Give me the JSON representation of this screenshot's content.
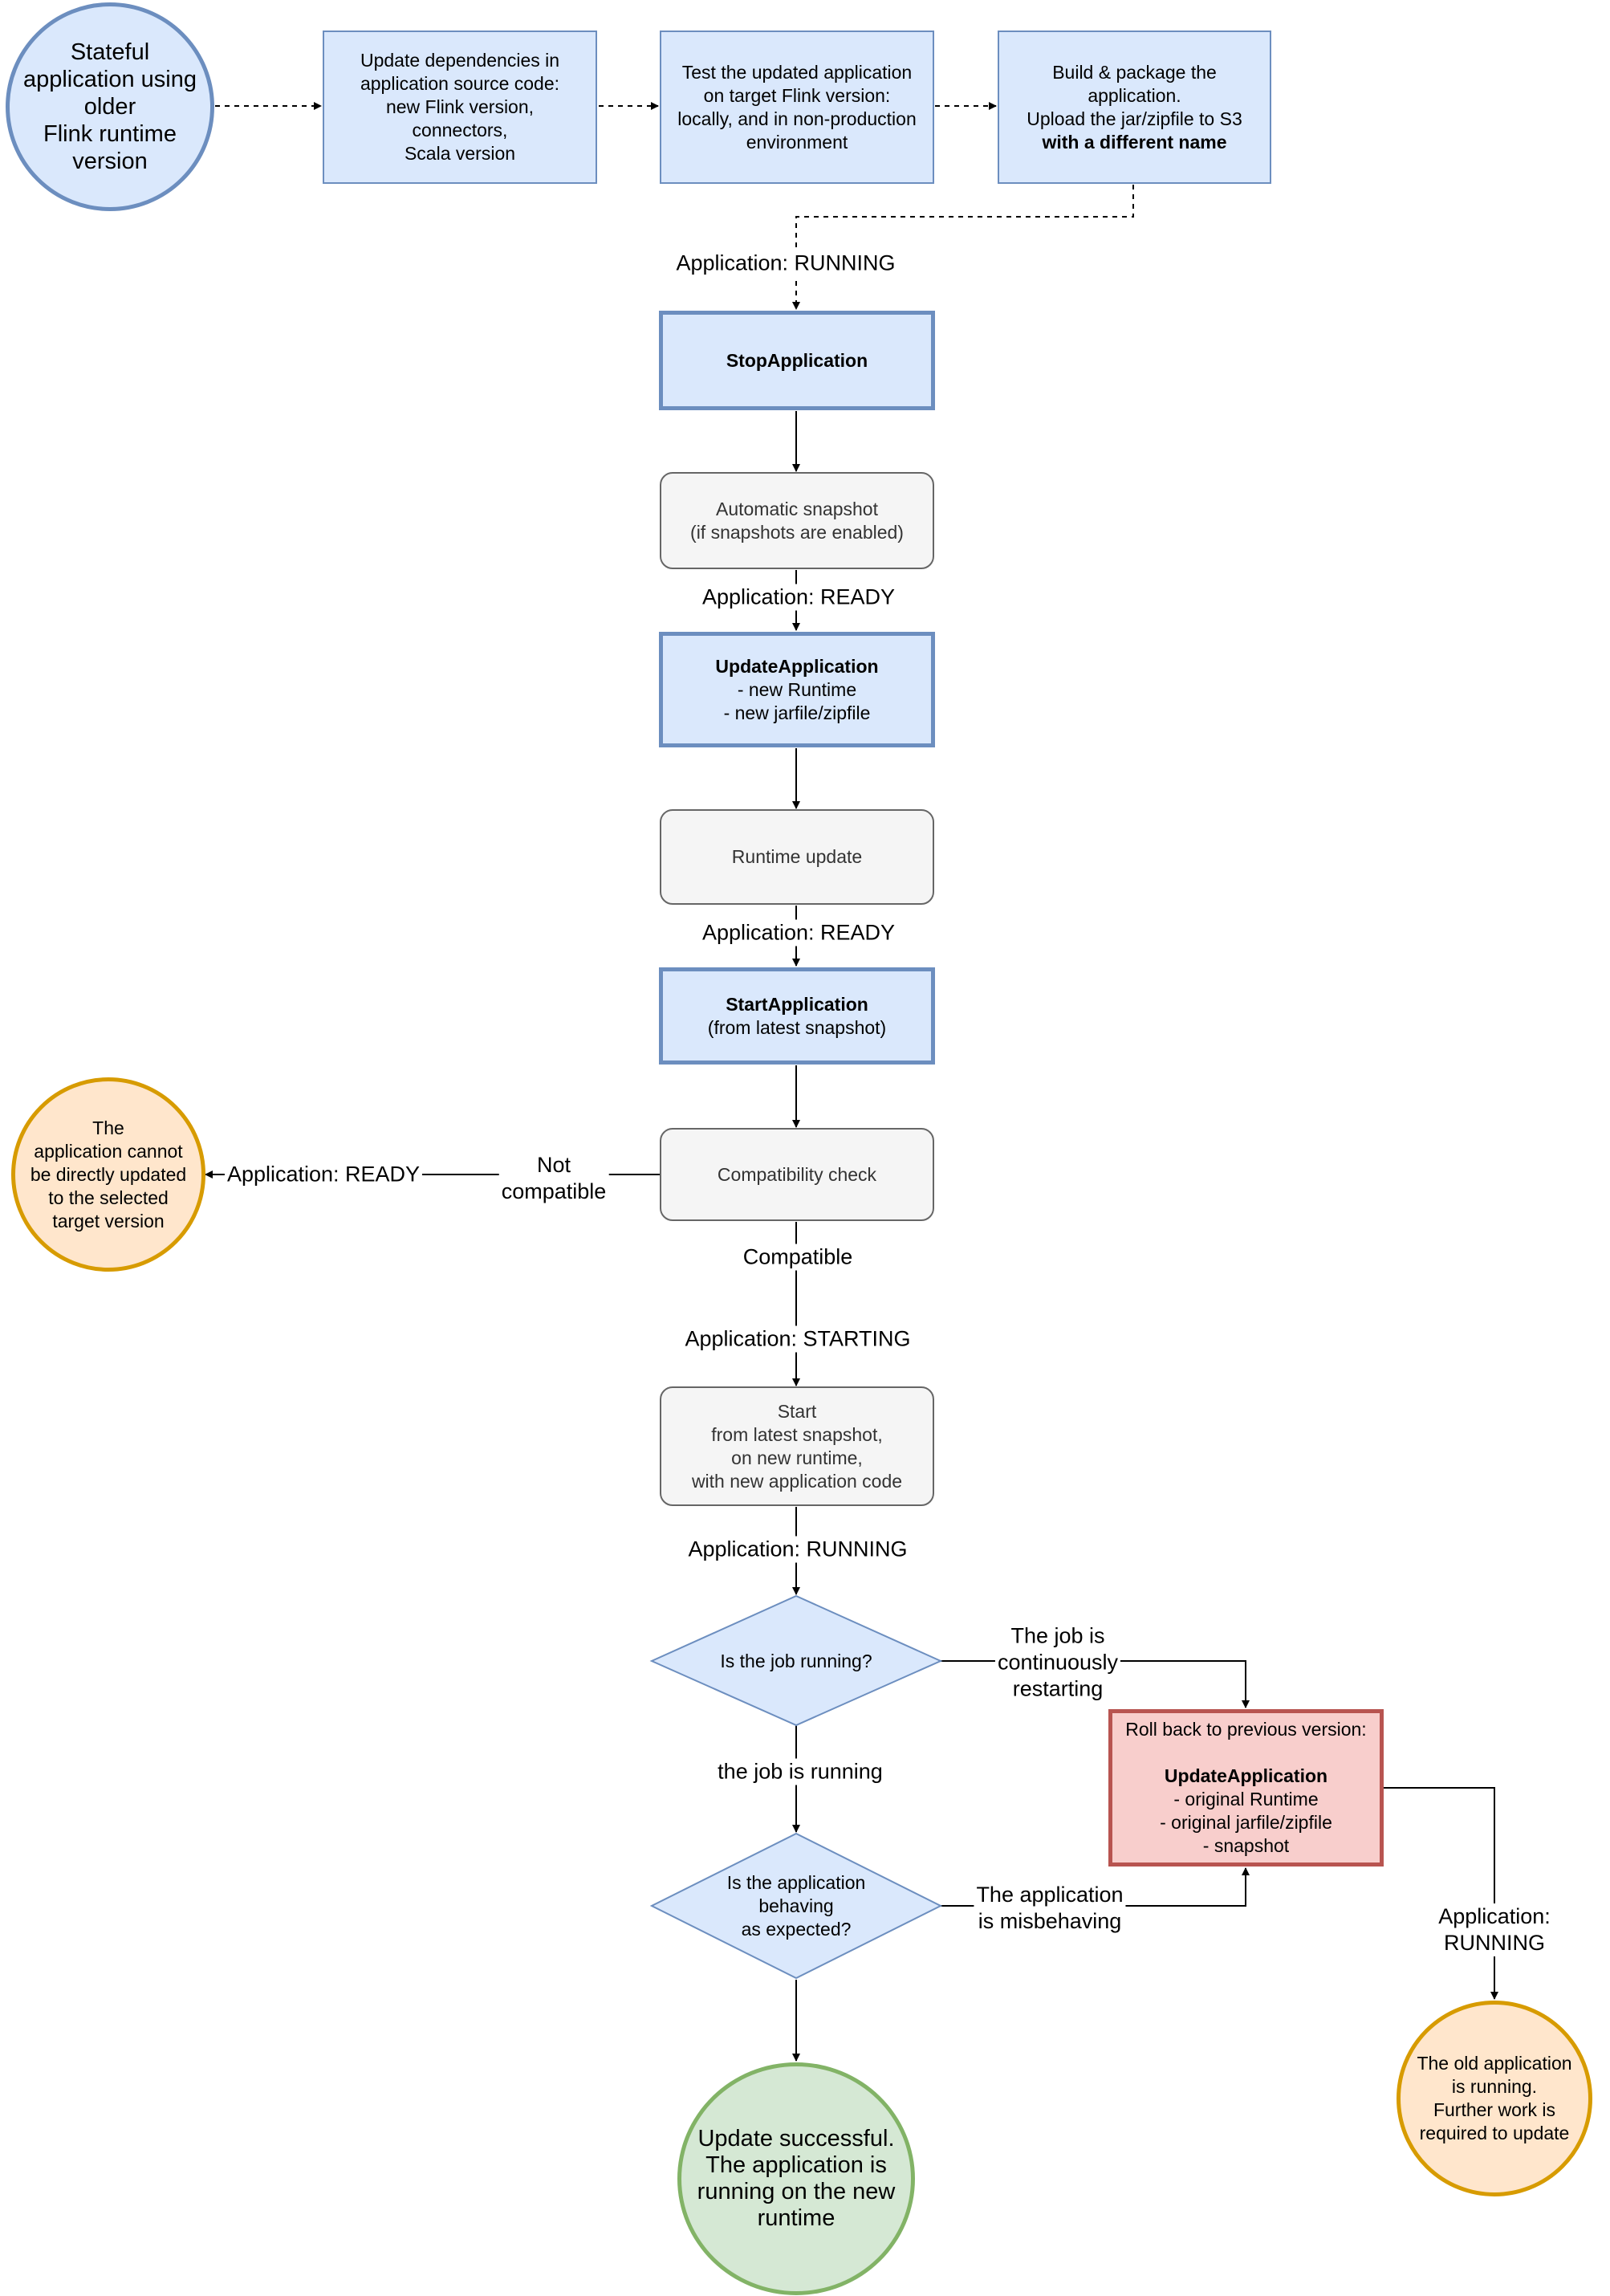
{
  "nodes": {
    "start_circle": "Stateful\napplication using\nolder\nFlink runtime\nversion",
    "update_deps": "Update dependencies in\napplication source code:\nnew Flink version,\nconnectors,\nScala version",
    "test_app": "Test the updated application\non target Flink version:\nlocally, and in non-production\nenvironment",
    "build_pkg_line1": "Build & package the\napplication.\nUpload the jar/zipfile to S3",
    "build_pkg_bold": "with a different name",
    "stop_app": "StopApplication",
    "auto_snapshot": "Automatic snapshot\n(if snapshots are enabled)",
    "update_app_title": "UpdateApplication",
    "update_app_body": "- new Runtime\n- new jarfile/zipfile",
    "runtime_update": "Runtime update",
    "start_app_title": "StartApplication",
    "start_app_body": "(from latest snapshot)",
    "compat_check": "Compatibility check",
    "cannot_update": "The\napplication cannot\nbe directly updated\nto the selected\ntarget version",
    "start_snapshot": "Start\nfrom latest snapshot,\non new runtime,\nwith new application code",
    "job_running_q": "Is the job running?",
    "behaving_q": "Is the application\nbehaving\nas expected?",
    "rollback_head": "Roll back to previous version:",
    "rollback_title": "UpdateApplication",
    "rollback_body": "- original Runtime\n- original jarfile/zipfile\n- snapshot",
    "success": "Update successful.\nThe application is\nrunning on the new\nruntime",
    "old_running": "The old application\nis running.\nFurther work is\nrequired to update"
  },
  "labels": {
    "running_1": "Application: RUNNING",
    "ready_1": "Application: READY",
    "ready_2": "Application: READY",
    "ready_not_compat": "Application: READY",
    "not_compatible": "Not\ncompatible",
    "compatible": "Compatible",
    "starting": "Application: STARTING",
    "running_2": "Application: RUNNING",
    "continuously_restarting": "The job is\ncontinuously\nrestarting",
    "job_is_running": "the job is running",
    "misbehaving": "The application\nis misbehaving",
    "running_3": "Application: RUNNING"
  }
}
